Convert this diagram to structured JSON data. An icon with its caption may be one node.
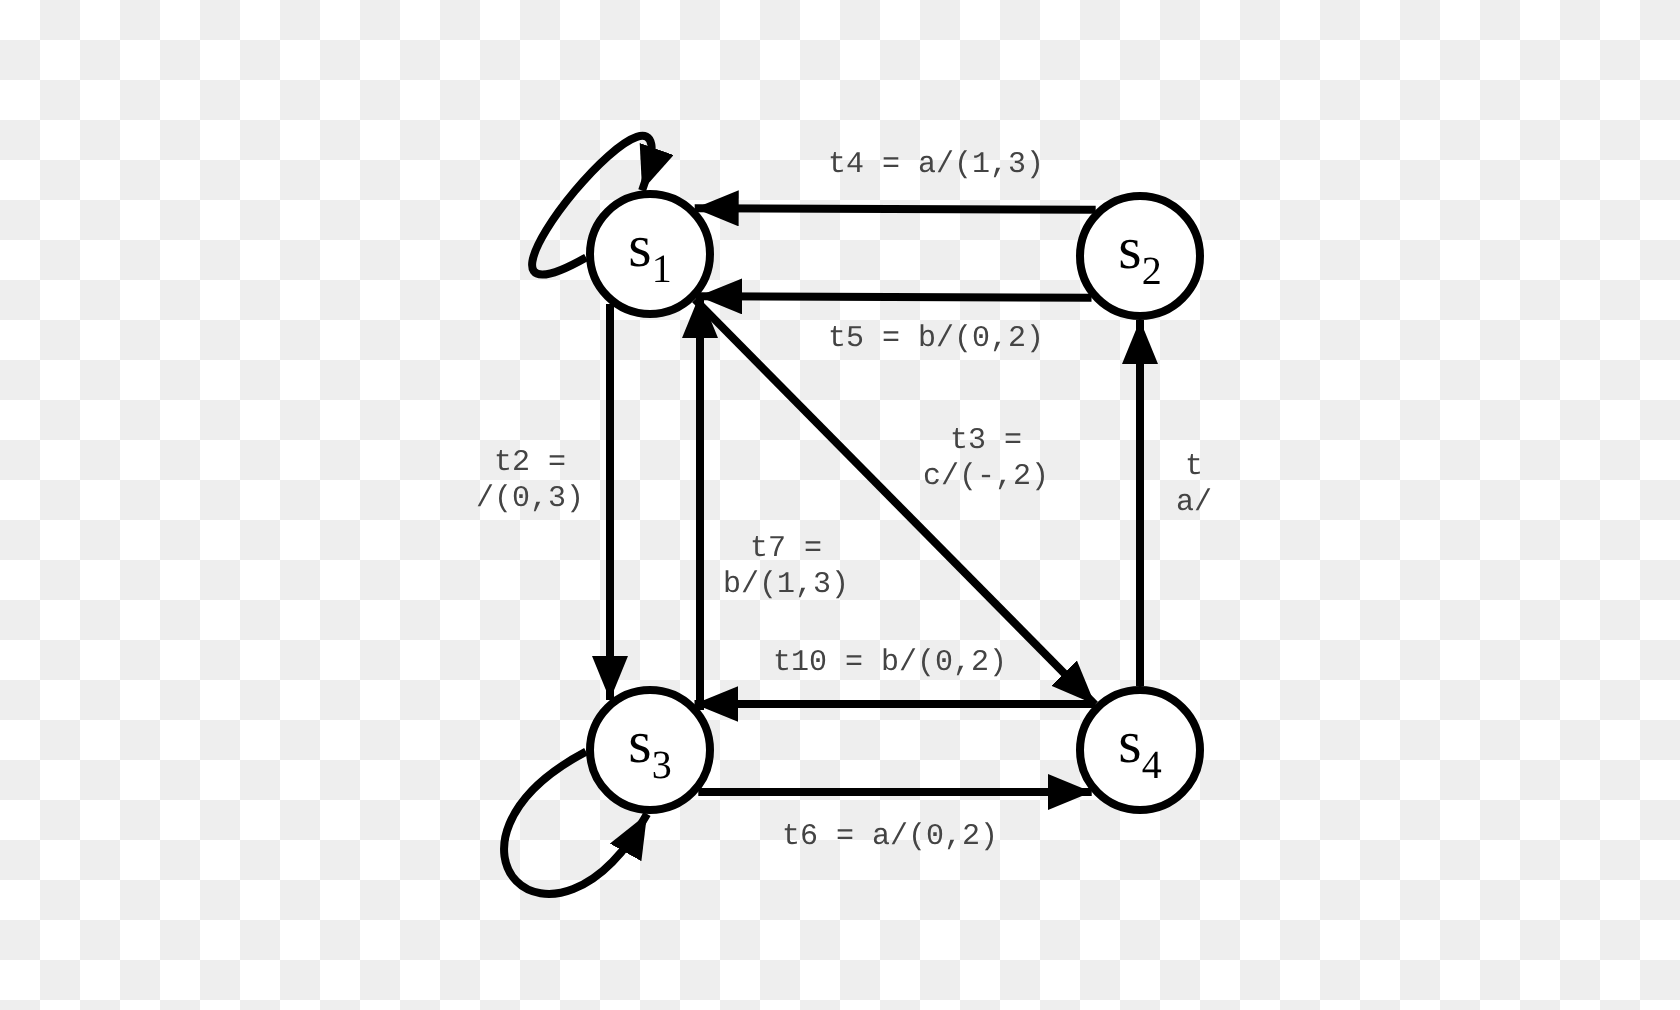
{
  "diagram": {
    "nodes": [
      {
        "text": [
          "s$_{1}$"
        ]
      },
      {
        "text": [
          "s$_{2}$"
        ]
      },
      {
        "text": [
          "s$_{3}$"
        ]
      },
      {
        "text": [
          "s$_{4}$"
        ]
      }
    ],
    "edges": [
      {
        "from": 0,
        "to": 0,
        "arrow": "to"
      },
      {
        "from": 1,
        "to": 0,
        "arrow": "to",
        "label": "t4 = a/(1,3)"
      },
      {
        "from": 1,
        "to": 0,
        "arrow": "to",
        "label": "t5 = b/(0,2)"
      },
      {
        "from": 0,
        "to": 2,
        "arrow": "to",
        "label": "t2 = /(0,3)"
      },
      {
        "from": 2,
        "to": 0,
        "arrow": "to",
        "label": "t7 = b/(1,3)"
      },
      {
        "from": 0,
        "to": 3,
        "arrow": "to",
        "label": "t3 = c/(-,2)"
      },
      {
        "from": 3,
        "to": 1,
        "arrow": "to",
        "label": "t a/"
      },
      {
        "from": 3,
        "to": 2,
        "arrow": "to",
        "label": "t10 = b/(0,2)"
      },
      {
        "from": 2,
        "to": 3,
        "arrow": "to",
        "label": "t6 = a/(0,2)"
      },
      {
        "from": 2,
        "to": 2,
        "arrow": "to"
      }
    ]
  }
}
